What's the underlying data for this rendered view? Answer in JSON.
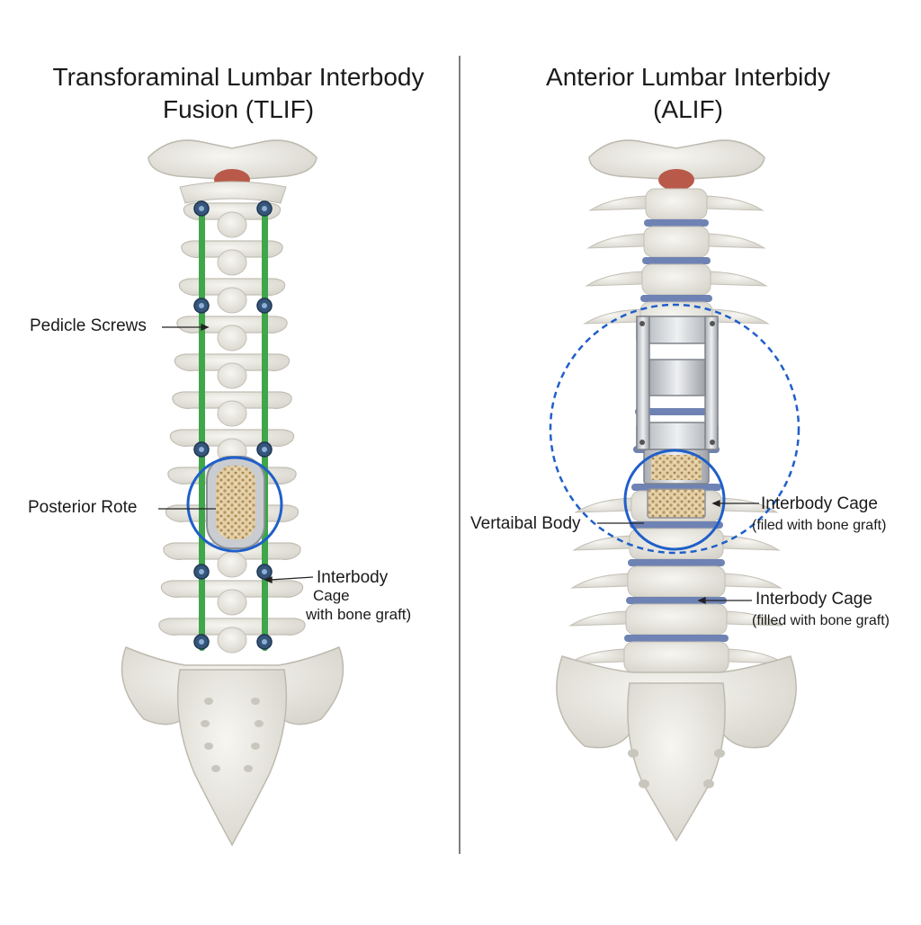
{
  "left_panel": {
    "title_line1": "Transforaminal Lumbar Interbody",
    "title_line2": "Fusion (TLIF)",
    "labels": {
      "pedicle_screws": "Pedicle Screws",
      "posterior_rote": "Posterior Rote",
      "cage_line1": "Interbody",
      "cage_line2": "Cage",
      "cage_line3": "with bone graft)"
    }
  },
  "right_panel": {
    "title_line1": "Anterior Lumbar Interbidy",
    "title_line2": "(ALIF)",
    "labels": {
      "vertaibal_body": "Vertaibal Body",
      "cage_upper_line1": "Interbody Cage",
      "cage_upper_line2": "(filed with bone graft)",
      "cage_lower_line1": "Interbody Cage",
      "cage_lower_line2": "(filled with bone graft)"
    }
  },
  "colors": {
    "bone": "#ecebe4",
    "bone_shade": "#c9c7bd",
    "disc": "#6f82b4",
    "rod": "#3fa64a",
    "screw": "#35557a",
    "highlight": "#1f5fc9",
    "graft": "#d9c096",
    "metal": "#c9ccd0",
    "dura": "#b9594a"
  }
}
